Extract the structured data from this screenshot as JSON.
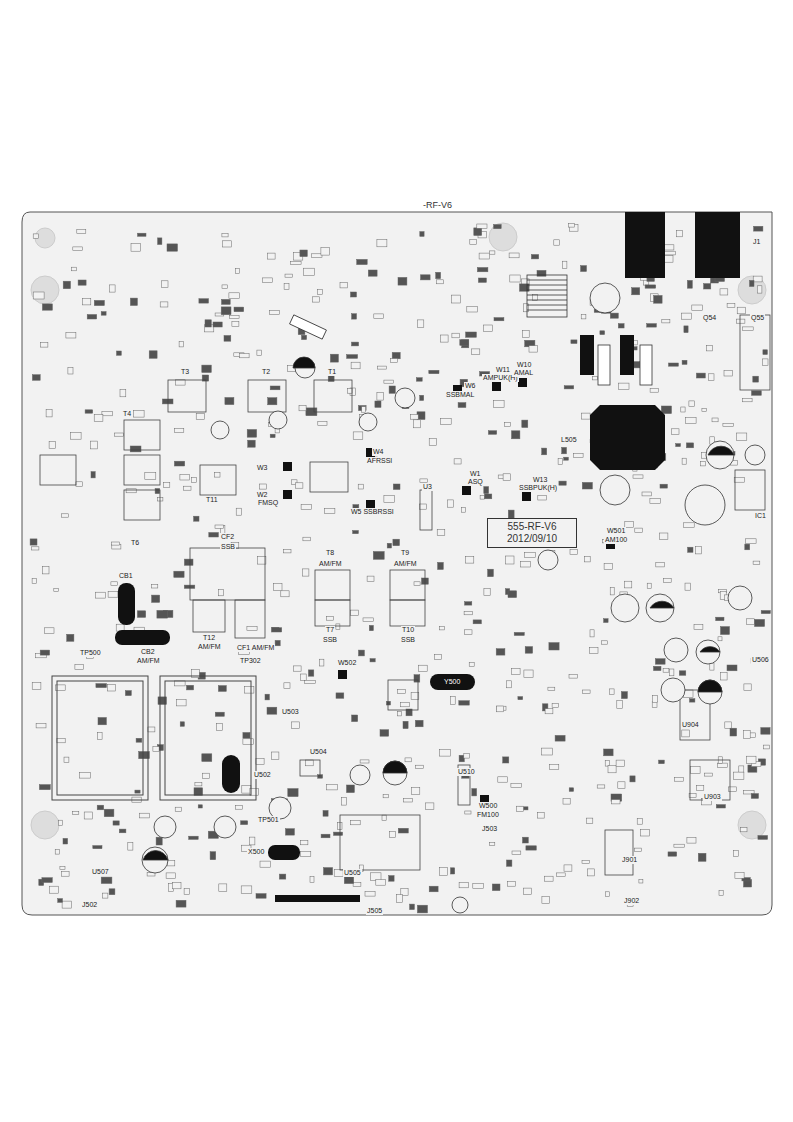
{
  "diagram": {
    "title": "-RF-V6",
    "nodes": [
      {
        "text": [
          "555-RF-V6",
          "2012/09/10"
        ]
      }
    ],
    "labels": [
      "T3",
      "T2",
      "T1",
      "T4",
      "T11",
      "T6",
      "CF2",
      "SSB",
      "T8",
      "AM/FM",
      "T9",
      "AM/FM",
      "T7",
      "SSB",
      "T10",
      "SSB",
      "T12",
      "AM/FM",
      "CF1 AM/FM",
      "CB1",
      "CB2",
      "AM/FM",
      "TP500",
      "TP302",
      "W3",
      "W2",
      "FMSQ",
      "W4",
      "AFRSSI",
      "W5 SSBRSSI",
      "W6",
      "SSBMAL",
      "W11",
      "AMPUK(H)",
      "W10",
      "AMAL",
      "W1",
      "ASQ",
      "W13",
      "SSBPUK(H)",
      "W501",
      "AM100",
      "U3",
      "W502",
      "Y500",
      "U503",
      "U504",
      "U502",
      "TP501",
      "X500",
      "U505",
      "J505",
      "W500",
      "FM100",
      "U510",
      "J503",
      "U506",
      "U904",
      "U903",
      "J901",
      "J902",
      "IC1",
      "Q55",
      "Q54",
      "J1",
      "L505",
      "U507",
      "J502"
    ]
  }
}
